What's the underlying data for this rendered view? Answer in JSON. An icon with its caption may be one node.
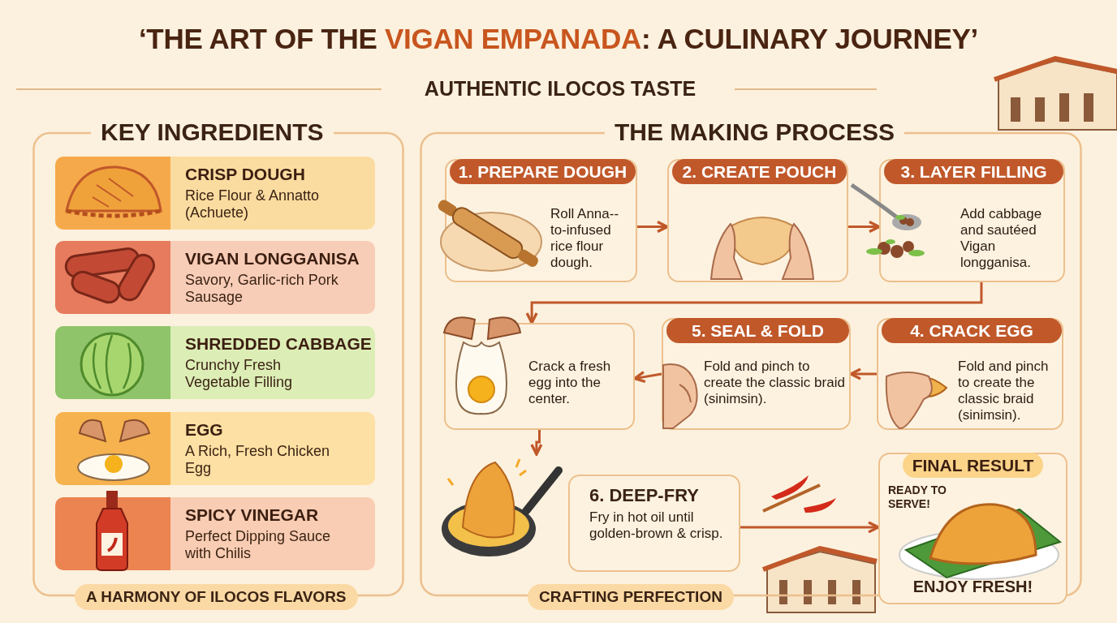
{
  "diagram": {
    "title": "‘THE ART OF THE **VIGAN EMPANADA**: A CULINARY JOURNEY’",
    "nodes": [
      {
        "text": [
          "KEY INGREDIENTS",
          "A HARMONY OF ILOCOS FLAVORS"
        ]
      },
      {
        "text": [
          "CRISP DOUGH",
          "Rice Flour & Annatto (Achuete)"
        ],
        "in": 0
      },
      {
        "text": [
          "VIGAN LONGGANISA",
          "Savory, Garlic-rich Pork Sausage"
        ],
        "in": 0
      },
      {
        "text": [
          "SHREDDED CABBAGE",
          "Crunchy Fresh Vegetable Filling"
        ],
        "in": 0
      },
      {
        "text": [
          "EGG",
          "A Rich, Fresh Chicken Egg"
        ],
        "in": 0
      },
      {
        "text": [
          "SPICY VINEGAR",
          "Perfect Dipping Sauce with Chilis"
        ],
        "in": 0
      },
      {
        "text": [
          "THE MAKING PROCESS",
          "CRAFTING PERFECTION"
        ]
      },
      {
        "text": [
          "1. PREPARE DOUGH",
          "Roll Anna-- to-infused rice flour dough."
        ],
        "in": 6
      },
      {
        "text": [
          "2. CREATE POUCH"
        ],
        "in": 6
      },
      {
        "text": [
          "3. LAYER FILLING",
          "Add cabbage and sautéed Vigan longganisa."
        ],
        "in": 6
      },
      {
        "text": [
          "4. CRACK EGG",
          "Fold and pinch to create the classic braid (sinimsin)."
        ],
        "in": 6
      },
      {
        "text": [
          "5. SEAL & FOLD",
          "Fold and pinch to create the classic braid (sinimsin)."
        ],
        "in": 6
      },
      {
        "text": [
          "Crack a fresh egg into the center."
        ],
        "in": 6
      },
      {
        "text": [
          "6. DEEP-FRY",
          "Fry in hot oil until golden-brown & crisp."
        ],
        "in": 6
      },
      {
        "text": [
          "FINAL RESULT",
          "READY TO SERVE!",
          "ENJOY FRESH!"
        ],
        "in": 6
      }
    ],
    "edges": [
      {
        "from": 7,
        "to": 8,
        "arrow": "to"
      },
      {
        "from": 8,
        "to": 9,
        "arrow": "to"
      },
      {
        "from": 9,
        "to": 12,
        "arrow": "to"
      },
      {
        "from": 10,
        "to": 11,
        "arrow": "to"
      },
      {
        "from": 11,
        "to": 12,
        "arrow": "to"
      },
      {
        "from": 12,
        "to": 13,
        "arrow": "to"
      },
      {
        "from": 13,
        "to": 14,
        "arrow": "to"
      }
    ],
    "labels": [
      "AUTHENTIC ILOCOS TASTE"
    ]
  }
}
